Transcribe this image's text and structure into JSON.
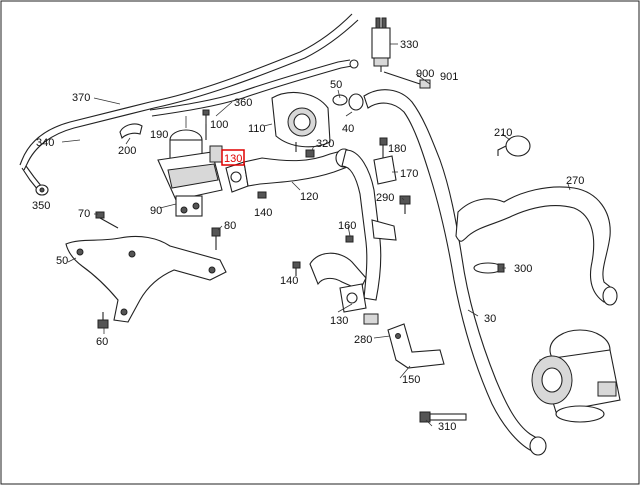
{
  "diagram": {
    "highlight_color": "#e00000",
    "callouts": [
      {
        "id": "330",
        "label": "330"
      },
      {
        "id": "900",
        "label": "900"
      },
      {
        "id": "901",
        "label": "901"
      },
      {
        "id": "370",
        "label": "370"
      },
      {
        "id": "360",
        "label": "360"
      },
      {
        "id": "190",
        "label": "190"
      },
      {
        "id": "100",
        "label": "100"
      },
      {
        "id": "110",
        "label": "110"
      },
      {
        "id": "50a",
        "label": "50"
      },
      {
        "id": "40",
        "label": "40"
      },
      {
        "id": "340",
        "label": "340"
      },
      {
        "id": "200",
        "label": "200"
      },
      {
        "id": "180",
        "label": "180"
      },
      {
        "id": "210",
        "label": "210"
      },
      {
        "id": "130h",
        "label": "130",
        "highlighted": true
      },
      {
        "id": "320",
        "label": "320"
      },
      {
        "id": "170",
        "label": "170"
      },
      {
        "id": "270",
        "label": "270"
      },
      {
        "id": "350",
        "label": "350"
      },
      {
        "id": "90",
        "label": "90"
      },
      {
        "id": "120",
        "label": "120"
      },
      {
        "id": "290",
        "label": "290"
      },
      {
        "id": "140a",
        "label": "140"
      },
      {
        "id": "70",
        "label": "70"
      },
      {
        "id": "80",
        "label": "80"
      },
      {
        "id": "160",
        "label": "160"
      },
      {
        "id": "50b",
        "label": "50"
      },
      {
        "id": "140b",
        "label": "140"
      },
      {
        "id": "300",
        "label": "300"
      },
      {
        "id": "130",
        "label": "130"
      },
      {
        "id": "30",
        "label": "30"
      },
      {
        "id": "60",
        "label": "60"
      },
      {
        "id": "280",
        "label": "280"
      },
      {
        "id": "150",
        "label": "150"
      },
      {
        "id": "310",
        "label": "310"
      }
    ]
  }
}
